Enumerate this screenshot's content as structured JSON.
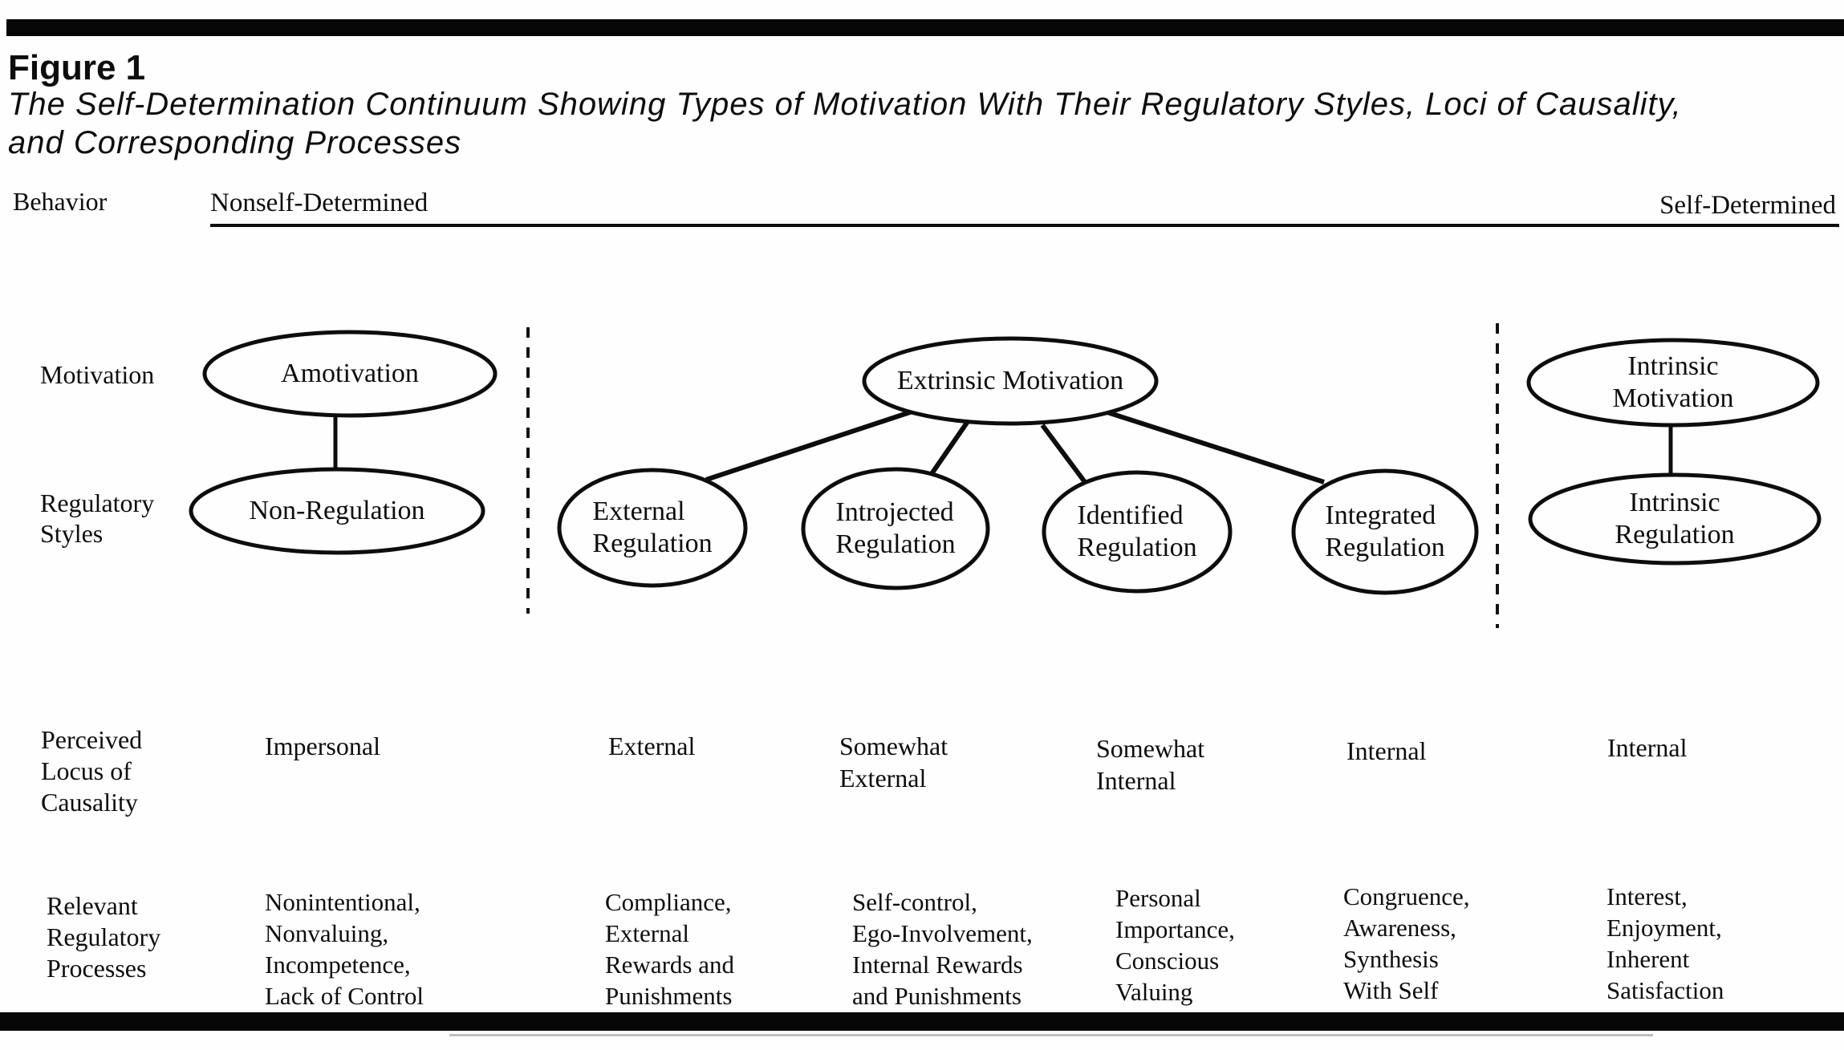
{
  "figure": {
    "label": "Figure 1",
    "title_line1": "The Self-Determination Continuum Showing Types of Motivation With Their Regulatory Styles, Loci of Causality,",
    "title_line2": "and Corresponding Processes"
  },
  "behavior_row": {
    "label": "Behavior",
    "left_end": "Nonself-Determined",
    "right_end": "Self-Determined"
  },
  "row_labels": {
    "motivation": "Motivation",
    "regulatory_styles": "Regulatory\nStyles",
    "perceived_locus": "Perceived\nLocus of\nCausality",
    "relevant_processes": "Relevant\nRegulatory\nProcesses"
  },
  "nodes": {
    "amotivation": "Amotivation",
    "non_regulation": "Non-Regulation",
    "extrinsic_motivation": "Extrinsic Motivation",
    "external_regulation": "External\nRegulation",
    "introjected_regulation": "Introjected\nRegulation",
    "identified_regulation": "Identified\nRegulation",
    "integrated_regulation": "Integrated\nRegulation",
    "intrinsic_motivation": "Intrinsic Motivation",
    "intrinsic_regulation": "Intrinsic Regulation"
  },
  "perceived_locus_values": [
    "Impersonal",
    "External",
    "Somewhat\nExternal",
    "Somewhat\nInternal",
    "Internal",
    "Internal"
  ],
  "process_values": [
    "Nonintentional,\nNonvaluing,\nIncompetence,\nLack of Control",
    "Compliance,\nExternal\nRewards and\nPunishments",
    "Self-control,\nEgo-Involvement,\nInternal Rewards\nand Punishments",
    "Personal\nImportance,\nConscious\nValuing",
    "Congruence,\nAwareness,\nSynthesis\nWith Self",
    "Interest,\nEnjoyment,\nInherent\nSatisfaction"
  ],
  "colors": {
    "ink": "#0d0d0d",
    "rule_bar": "#060606",
    "paper": "#fefefe"
  }
}
